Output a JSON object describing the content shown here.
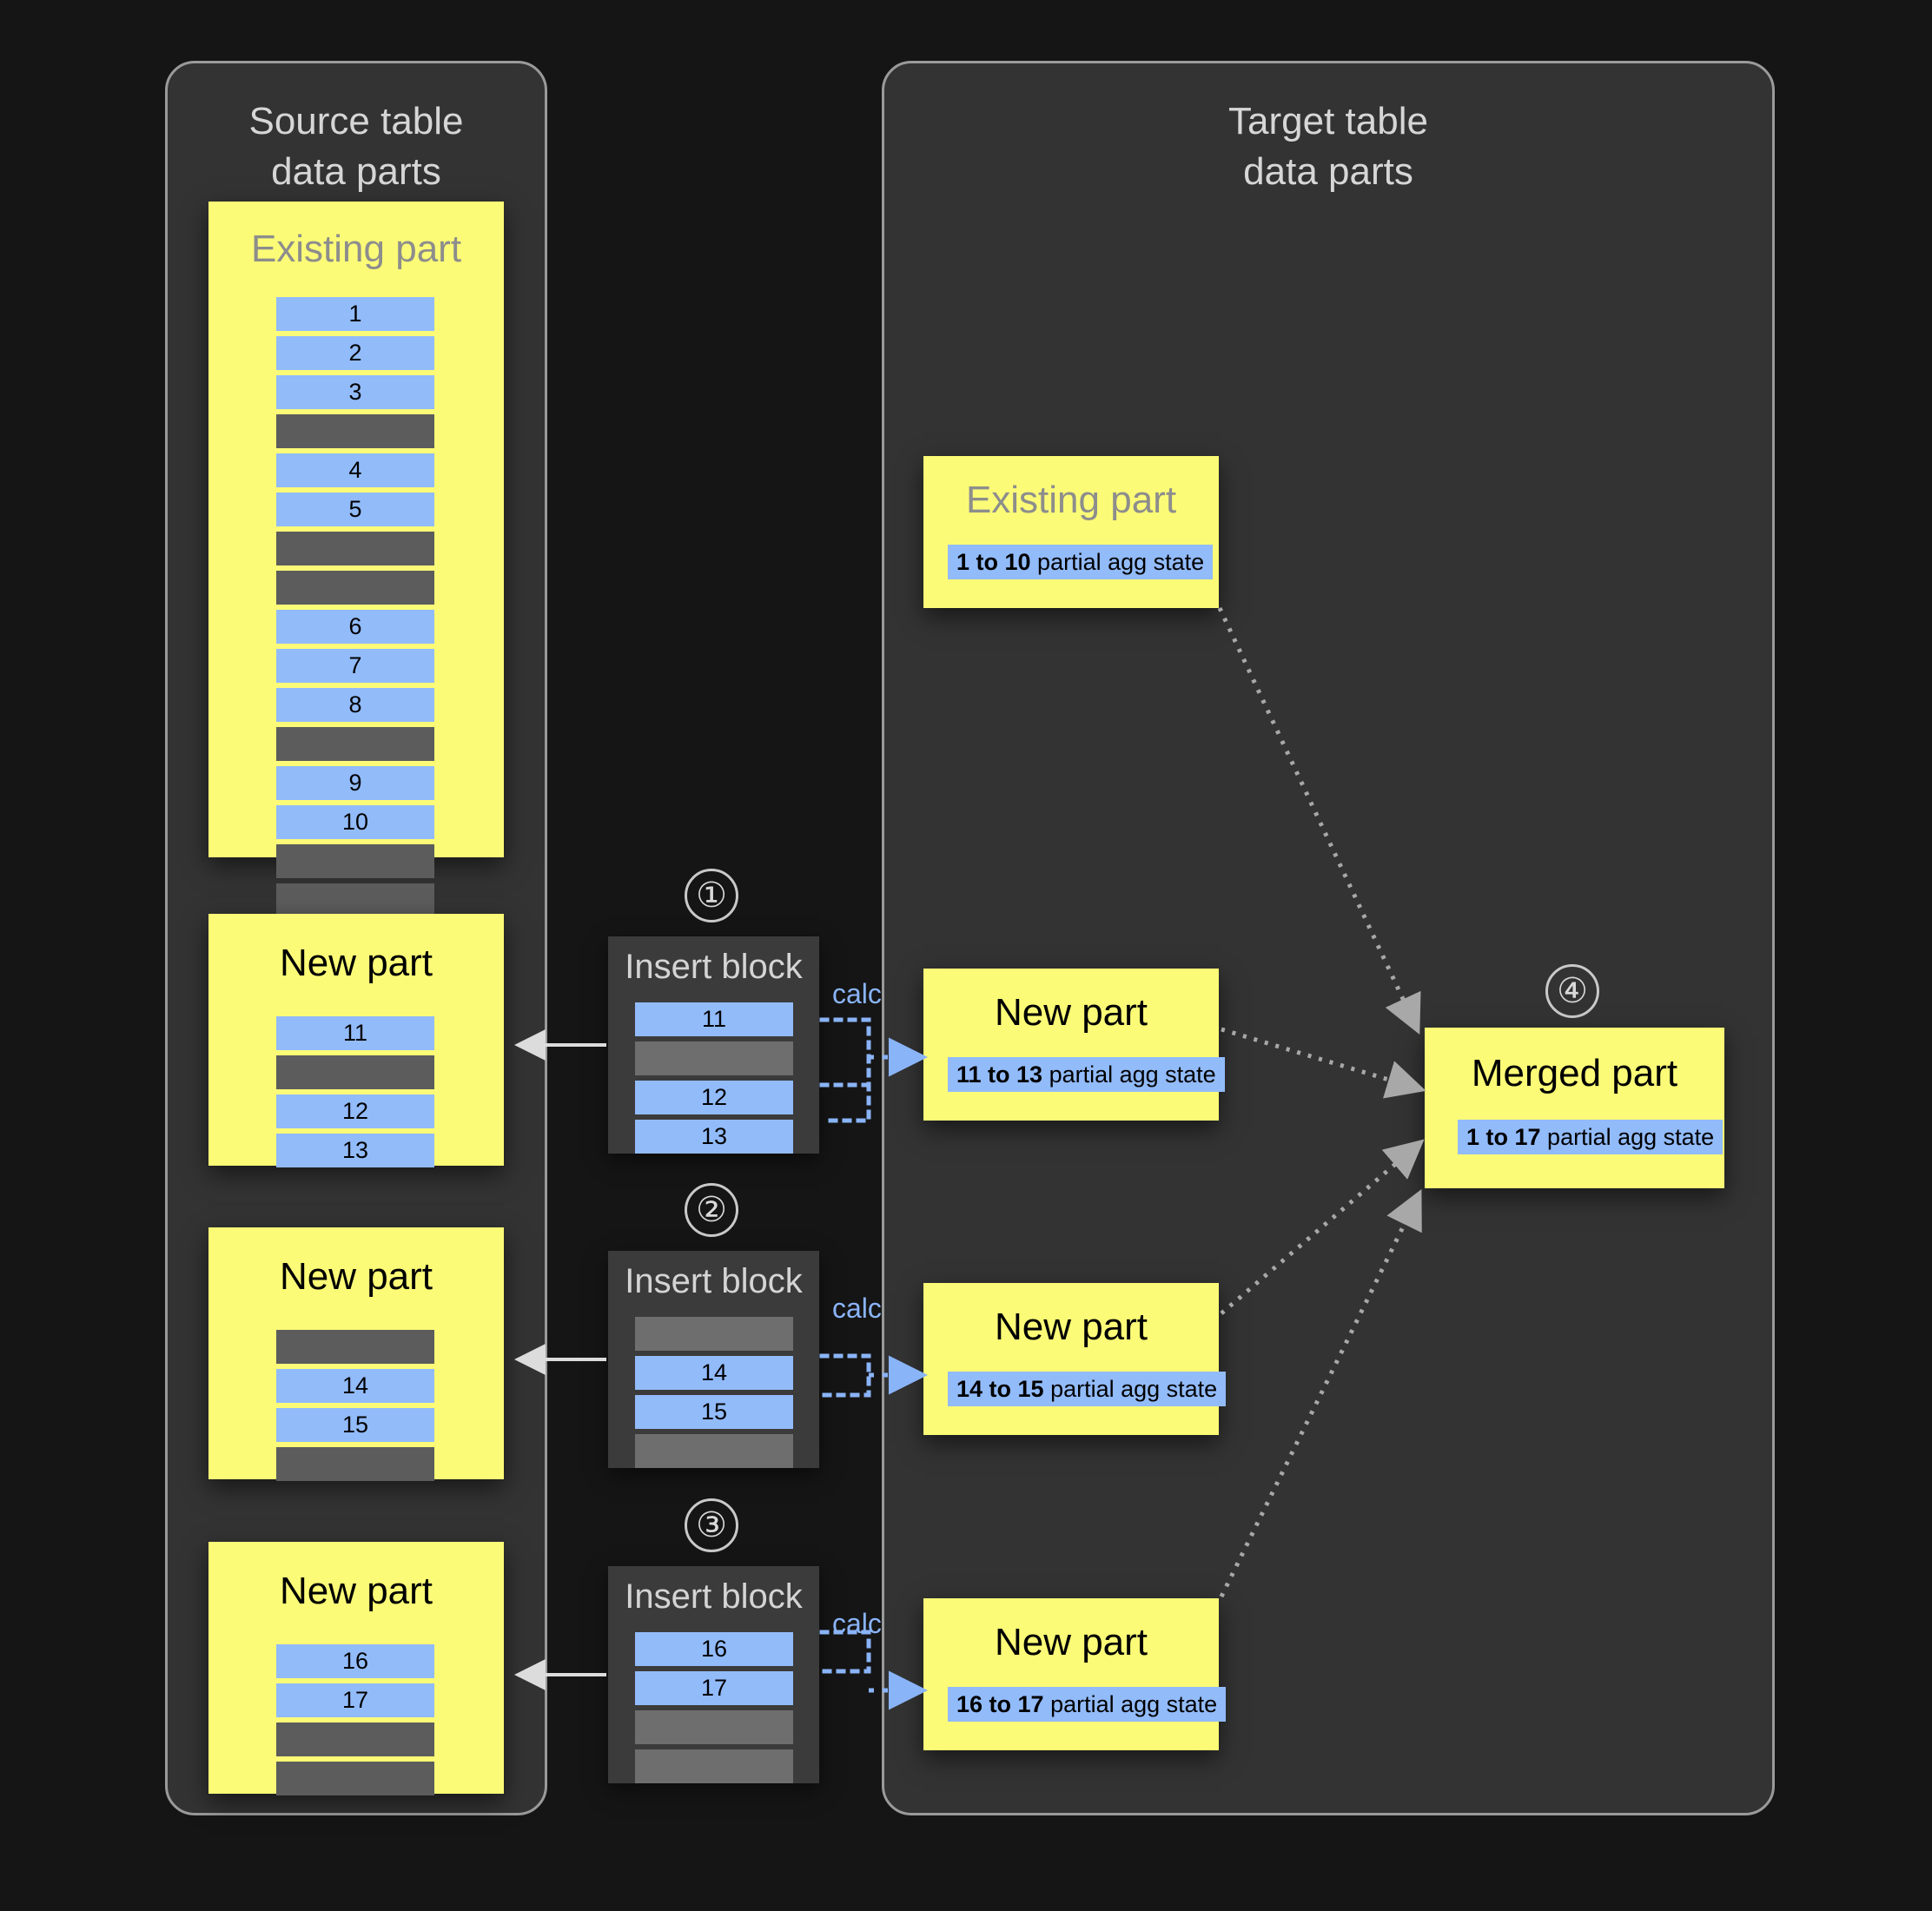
{
  "panels": {
    "source": {
      "title": "Source table\ndata parts"
    },
    "target": {
      "title": "Target table\ndata parts"
    }
  },
  "source_parts": [
    {
      "title": "Existing part",
      "muted": true,
      "rows": [
        "1",
        "2",
        "3",
        "",
        "4",
        "5",
        "",
        "",
        "6",
        "7",
        "8",
        "",
        "9",
        "10",
        "",
        ""
      ]
    },
    {
      "title": "New part",
      "muted": false,
      "rows": [
        "11",
        "",
        "12",
        "13"
      ]
    },
    {
      "title": "New part",
      "muted": false,
      "rows": [
        "",
        "14",
        "15",
        ""
      ]
    },
    {
      "title": "New part",
      "muted": false,
      "rows": [
        "16",
        "17",
        "",
        ""
      ]
    }
  ],
  "insert_blocks": [
    {
      "step": "①",
      "title": "Insert block",
      "rows": [
        "11",
        "",
        "12",
        "13"
      ],
      "calc_label": "calc"
    },
    {
      "step": "②",
      "title": "Insert block",
      "rows": [
        "",
        "14",
        "15",
        ""
      ],
      "calc_label": "calc"
    },
    {
      "step": "③",
      "title": "Insert block",
      "rows": [
        "16",
        "17",
        "",
        ""
      ],
      "calc_label": "calc"
    }
  ],
  "target_parts": [
    {
      "title": "Existing part",
      "muted": true,
      "state_range": "1 to 10",
      "state_text": " partial agg state"
    },
    {
      "title": "New part",
      "muted": false,
      "state_range": "11 to 13",
      "state_text": " partial agg state"
    },
    {
      "title": "New part",
      "muted": false,
      "state_range": "14 to 15",
      "state_text": " partial agg state"
    },
    {
      "title": "New part",
      "muted": false,
      "state_range": "16 to 17",
      "state_text": " partial agg state"
    }
  ],
  "merged": {
    "step": "④",
    "title": "Merged part",
    "state_range": "1 to 17",
    "state_text": " partial agg state"
  },
  "colors": {
    "background": "#151515",
    "panel": "#333333",
    "part_yellow": "#fbfb77",
    "row_blue": "#92bbfa",
    "row_gray": "#5c5c5c",
    "accent_blue": "#8ab4f8",
    "arrow_gray": "#a8a8a8"
  }
}
